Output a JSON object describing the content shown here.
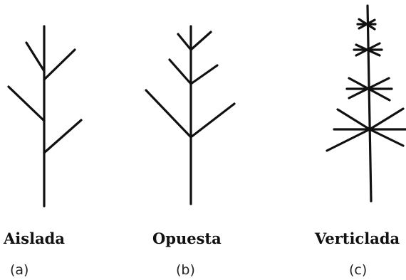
{
  "diagrams": [
    {
      "name": "Aislada",
      "letter": "(a)"
    },
    {
      "name": "Opuesta",
      "letter": "(b)"
    },
    {
      "name": "Verticlada",
      "letter": "(c)"
    }
  ]
}
